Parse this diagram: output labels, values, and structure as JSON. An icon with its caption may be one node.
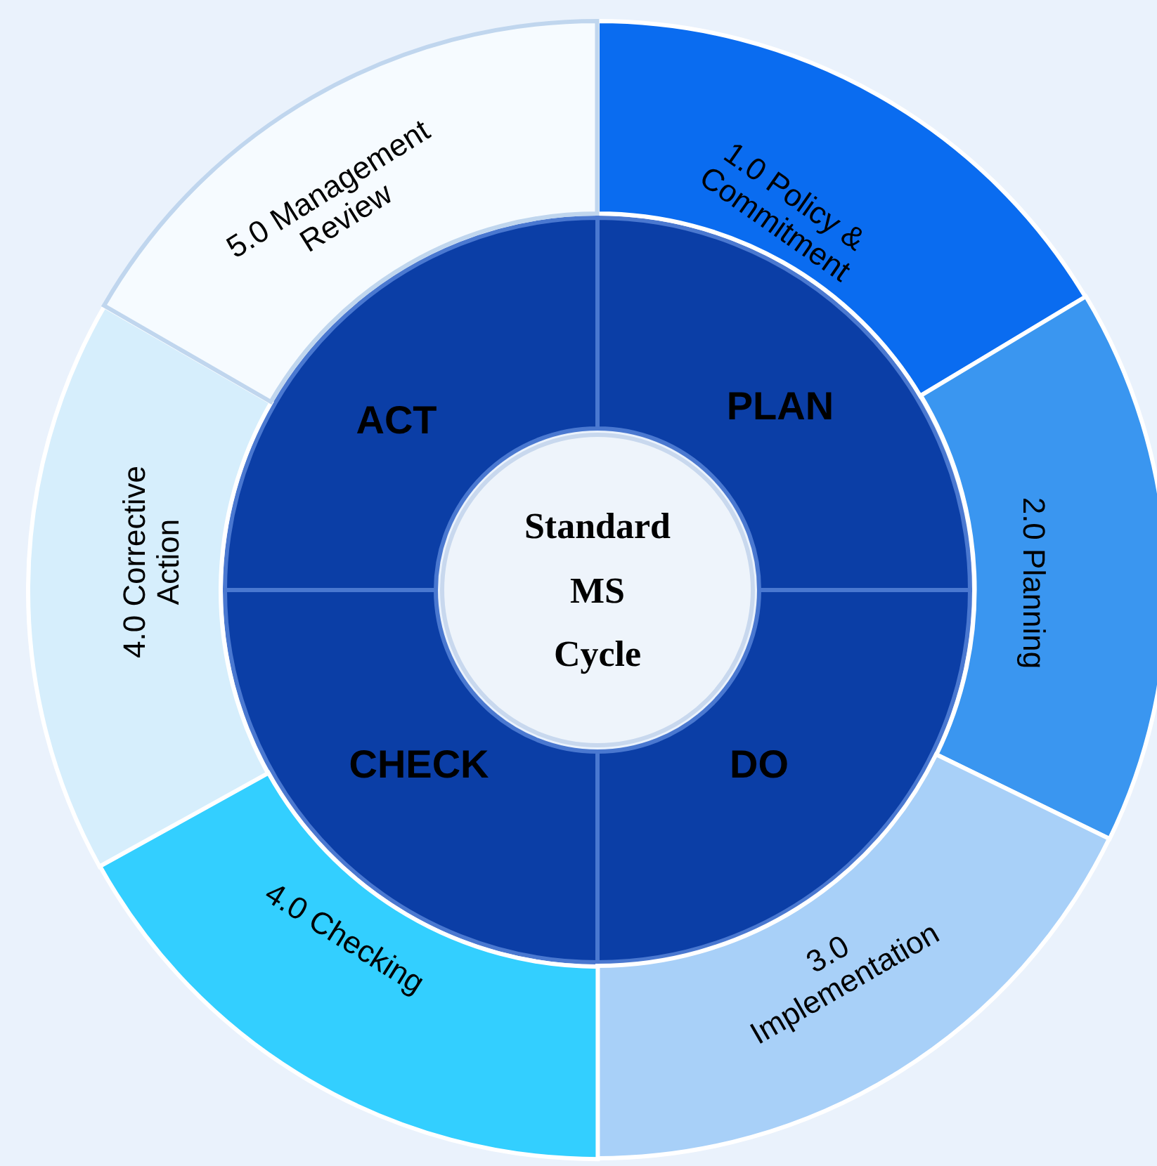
{
  "diagram": {
    "nodes": [
      {
        "text": [
          "Standard MS Cycle"
        ]
      },
      {
        "text": [
          "PLAN"
        ]
      },
      {
        "text": [
          "DO"
        ]
      },
      {
        "text": [
          "CHECK"
        ]
      },
      {
        "text": [
          "ACT"
        ]
      },
      {
        "text": [
          "1.0 Policy & Commitment"
        ]
      },
      {
        "text": [
          "2.0 Planning"
        ]
      },
      {
        "text": [
          "3.0 Implementation"
        ]
      },
      {
        "text": [
          "4.0 Checking"
        ]
      },
      {
        "text": [
          "4.0 Corrective Action"
        ]
      },
      {
        "text": [
          "5.0 Management Review"
        ]
      }
    ]
  }
}
